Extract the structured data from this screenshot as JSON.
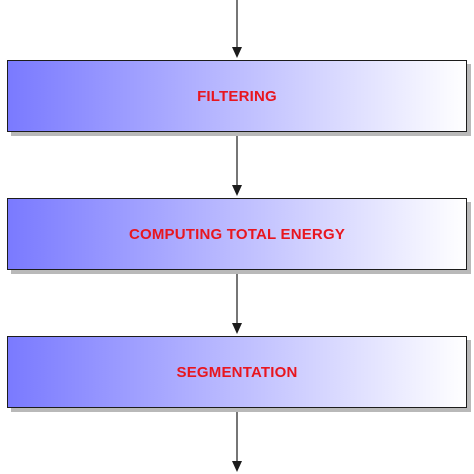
{
  "flowchart": {
    "steps": [
      {
        "label": "FILTERING"
      },
      {
        "label": "COMPUTING TOTAL ENERGY"
      },
      {
        "label": "SEGMENTATION"
      }
    ]
  },
  "colors": {
    "label_text": "#e8161f",
    "box_gradient_start": "#7a7aff",
    "box_gradient_end": "#ffffff",
    "box_border": "#1c1c1c",
    "box_shadow": "#b9b9b9",
    "arrow": "#1c1c1c",
    "background": "#ffffff"
  }
}
